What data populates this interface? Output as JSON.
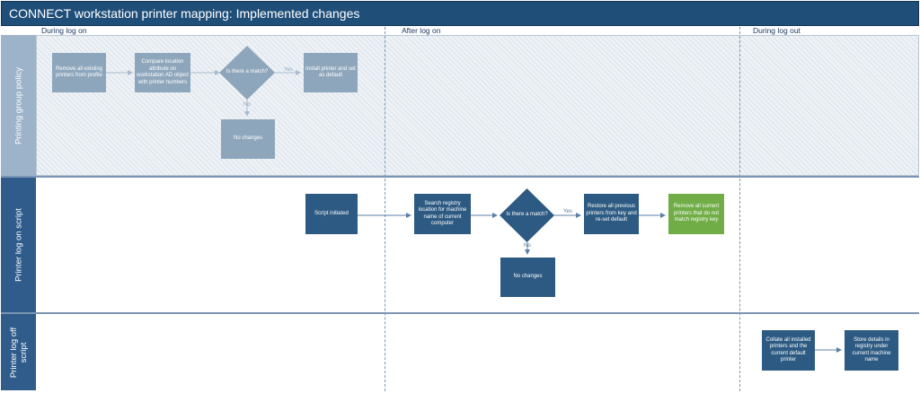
{
  "title": "CONNECT workstation printer mapping: Implemented changes",
  "phases": {
    "during_log_on": "During log on",
    "after_log_on": "After log on",
    "during_log_out": "During log out"
  },
  "lanes": {
    "group_policy": "Printing group policy",
    "log_on_script": "Printer log on script",
    "log_off_script": "Printer log off script"
  },
  "nodes": {
    "remove_existing": "Remove all existing printers from profile",
    "compare_location": "Compare location attribute on workstation AD object with printer numbers",
    "gp_decision": "Is there a match?",
    "install_printer": "Install printer and set as default",
    "gp_no_changes": "No changes",
    "script_initiated": "Script initiated",
    "search_registry": "Search registry location for machine name of current computer",
    "script_decision": "Is there a match?",
    "restore_printers": "Restore all previous printers from key and re-set default",
    "remove_current": "Remove all current printers that do not match registry key",
    "script_no_changes": "No changes",
    "collate_printers": "Collate all installed printers and the current default printer",
    "store_details": "Store details in registry under current machine name"
  },
  "edge_labels": {
    "gp_yes": "Yes",
    "gp_no": "No",
    "script_yes": "Yes",
    "script_no": "No"
  },
  "colors": {
    "title_bar": "#1f4e79",
    "lane_header": "#2f5c8a",
    "node_dark": "#2d5a82",
    "node_faded": "#8ea6bc",
    "node_green": "#70ad47",
    "connector": "#5b7fa6"
  }
}
